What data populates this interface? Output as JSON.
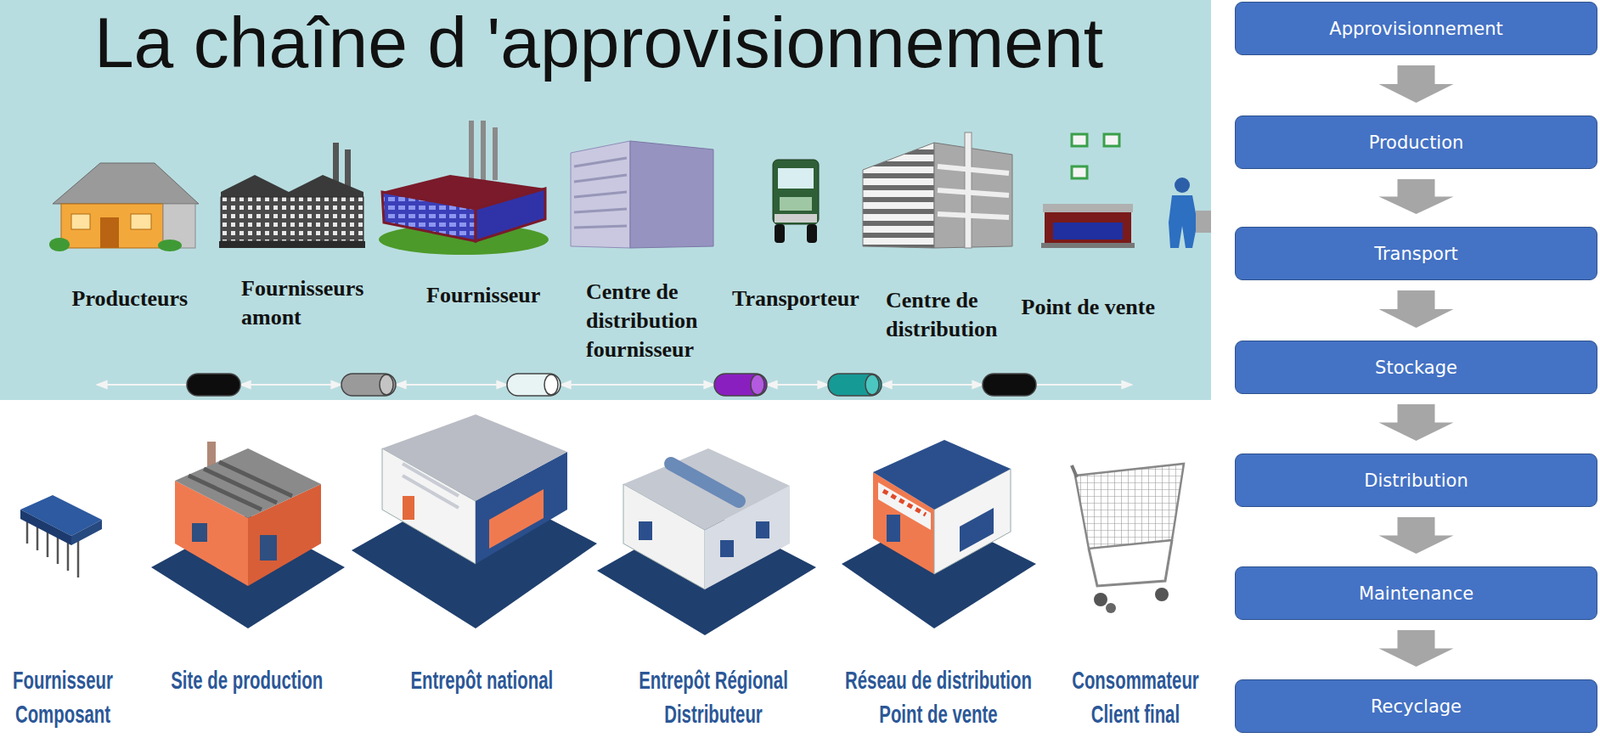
{
  "diagram": {
    "title": "La chaîne d 'approvisionnement",
    "nodes": [
      {
        "text": [
          "Approvisionnement"
        ]
      },
      {
        "text": [
          "Production"
        ]
      },
      {
        "text": [
          "Transport"
        ]
      },
      {
        "text": [
          "Stockage"
        ]
      },
      {
        "text": [
          "Distribution"
        ]
      },
      {
        "text": [
          "Maintenance"
        ]
      },
      {
        "text": [
          "Recyclage"
        ]
      }
    ],
    "edges": [
      {
        "from": 0,
        "to": 1,
        "arrow": "to"
      },
      {
        "from": 1,
        "to": 2,
        "arrow": "to"
      },
      {
        "from": 2,
        "to": 3,
        "arrow": "to"
      },
      {
        "from": 3,
        "to": 4,
        "arrow": "to"
      },
      {
        "from": 4,
        "to": 5,
        "arrow": "to"
      },
      {
        "from": 5,
        "to": 6,
        "arrow": "to"
      }
    ],
    "labels": [
      "Producteurs",
      "Fournisseurs amont",
      "Fournisseur",
      "Centre de distribution fournisseur",
      "Transporteur",
      "Centre de distribution",
      "Point de vente",
      "Fournisseur Composant",
      "Site de production",
      "Entrepôt national",
      "Entrepôt Régional Distributeur",
      "Réseau de distribution Point de vente",
      "Consommateur Client final"
    ]
  }
}
